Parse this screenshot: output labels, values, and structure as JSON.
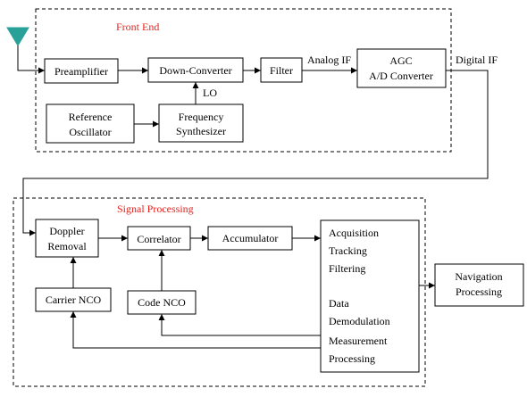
{
  "sections": {
    "front_end": "Front End",
    "signal_processing": "Signal Processing"
  },
  "blocks": {
    "preamplifier": "Preamplifier",
    "down_converter": "Down-Converter",
    "filter": "Filter",
    "agc_line1": "AGC",
    "agc_line2": "A/D Converter",
    "ref_osc_line1": "Reference",
    "ref_osc_line2": "Oscillator",
    "freq_synth_line1": "Frequency",
    "freq_synth_line2": "Synthesizer",
    "doppler_line1": "Doppler",
    "doppler_line2": "Removal",
    "correlator": "Correlator",
    "accumulator": "Accumulator",
    "carrier_nco": "Carrier NCO",
    "code_nco": "Code NCO",
    "proc_lines": [
      "Acquisition",
      "Tracking",
      "Filtering",
      "Data",
      "Demodulation",
      "Measurement",
      "Processing"
    ],
    "nav_line1": "Navigation",
    "nav_line2": "Processing"
  },
  "signals": {
    "lo": "LO",
    "analog_if": "Analog IF",
    "digital_if": "Digital IF"
  },
  "colors": {
    "section_label": "#e8211c",
    "antenna": "#2aa198",
    "line": "#000000"
  },
  "icons": {
    "antenna": "antenna-icon"
  }
}
